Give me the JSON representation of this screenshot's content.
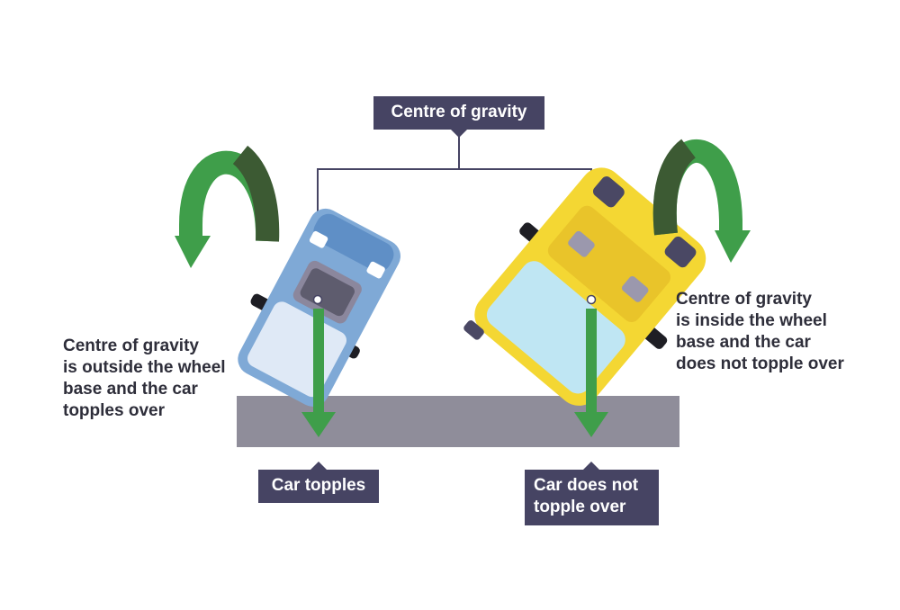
{
  "labels": {
    "centre_of_gravity": "Centre of gravity",
    "car_topples": "Car topples",
    "car_does_not_topple": "Car does not topple over"
  },
  "descriptions": {
    "left": "Centre of gravity\nis outside the wheel\nbase and the car\ntopples over",
    "right": "Centre of gravity\nis inside the wheel\nbase and the car\ndoes not topple over"
  },
  "colors": {
    "label_bg": "#464463",
    "ground": "#8f8d9a",
    "green_arrow": "#3f9e4a",
    "green_arrow_dark": "#3c5a33",
    "left_car": "#7fa9d6",
    "right_car": "#f4d733"
  }
}
